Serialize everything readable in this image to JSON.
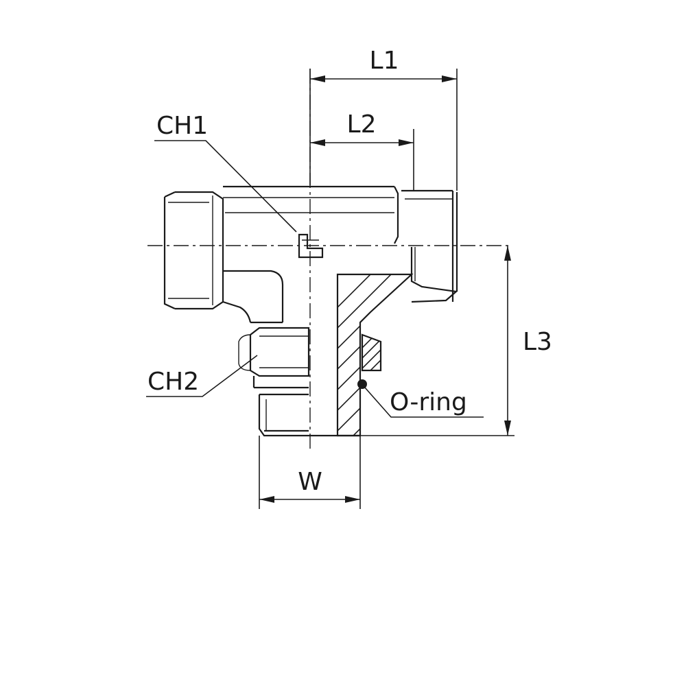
{
  "drawing": {
    "labels": {
      "l1": "L1",
      "l2": "L2",
      "l3": "L3",
      "w": "W",
      "ch1": "CH1",
      "ch2": "CH2",
      "oring": "O-ring"
    },
    "line_color": "#1a1a1a",
    "background": "#ffffff"
  }
}
